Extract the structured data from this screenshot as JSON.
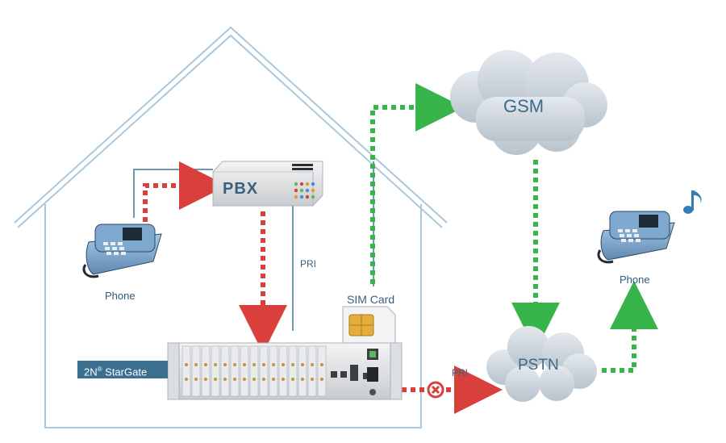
{
  "labels": {
    "pbx": "PBX",
    "gsm": "GSM",
    "pstn": "PSTN",
    "sim_card": "SIM Card",
    "pri_vertical": "PRI",
    "pri_horizontal": "PRI",
    "phone_left": "Phone",
    "phone_right": "Phone",
    "stargate_prefix": "2N",
    "stargate_reg": "®",
    "stargate_name": " StarGate"
  },
  "colors": {
    "house_outline": "#a9c8de",
    "cable": "#6f97ad",
    "red_dotted": "#d9403b",
    "green_dotted": "#37b54a",
    "cloud_fill": "#cfd7de",
    "badge_bg": "#3c6f8f",
    "text_blue": "#3b6a8a"
  },
  "icons": {
    "blocked_connection": "x-circle-icon",
    "music_note": "music-note-icon"
  }
}
